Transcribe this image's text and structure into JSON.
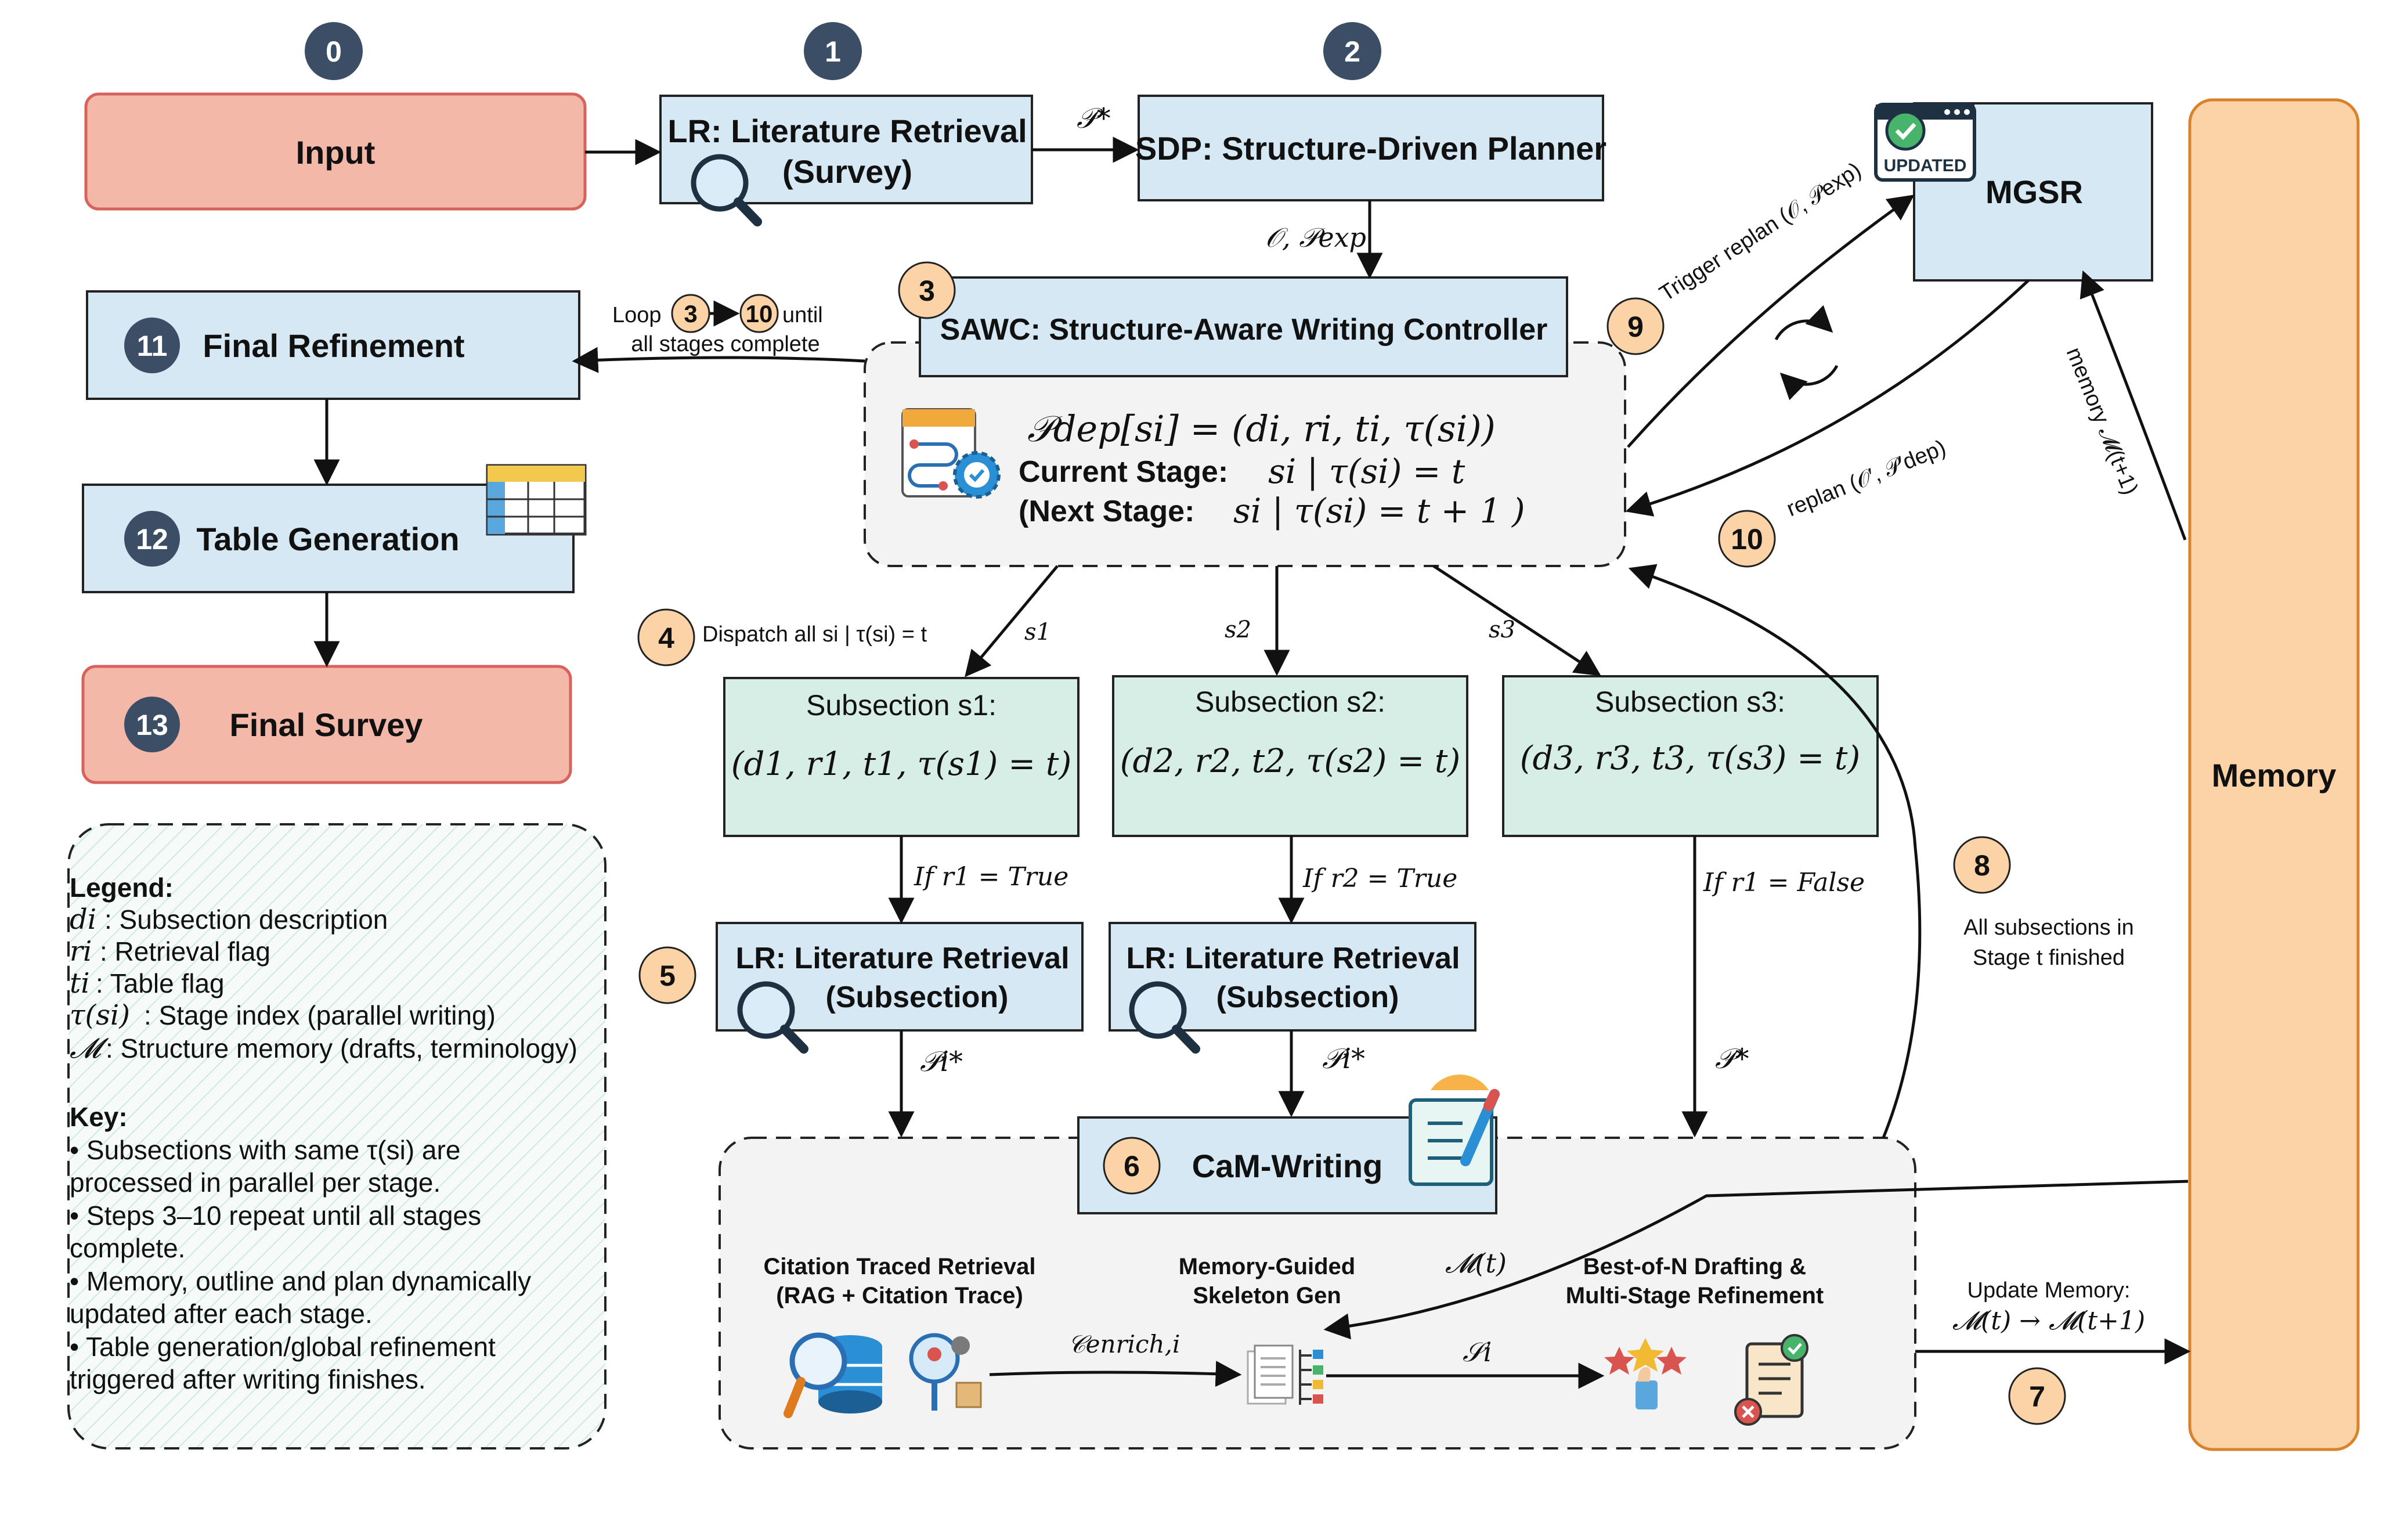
{
  "nodes": {
    "input": "Input",
    "lr_survey_line1": "LR: Literature Retrieval",
    "lr_survey_line2": "(Survey)",
    "sdp": "SDP: Structure-Driven Planner",
    "mgsr": "MGSR",
    "mgsr_badge": "UPDATED",
    "sawc": "SAWC: Structure-Aware Writing Controller",
    "final_refinement": "Final Refinement",
    "table_generation": "Table Generation",
    "final_survey": "Final Survey",
    "memory": "Memory",
    "cam_writing": "CaM-Writing"
  },
  "badges": {
    "b0": "0",
    "b1": "1",
    "b2": "2",
    "b3": "3",
    "b4": "4",
    "b5": "5",
    "b6": "6",
    "b7": "7",
    "b8": "8",
    "b9": "9",
    "b10": "10",
    "b11": "11",
    "b12": "12",
    "b13": "13"
  },
  "sawc_body": {
    "dep_formula": "𝒫dep[si] = (di, ri, ti, τ(si))",
    "current_label": "Current Stage:",
    "current_formula": "si | τ(si) = t",
    "next_label": "(Next Stage:",
    "next_formula": "si | τ(si) = t + 1 )"
  },
  "edges": {
    "p_star": "𝒫*",
    "o_pexp": "𝒪, 𝒫exp",
    "loop_word": "Loop",
    "loop_from": "3",
    "loop_to": "10",
    "loop_until": "until",
    "loop_rest": "all stages complete",
    "dispatch": "Dispatch all si | τ(si) = t",
    "s1": "s1",
    "s2": "s2",
    "s3": "s3",
    "if_r1_true": "If r1 = True",
    "if_r2_true": "If r2 = True",
    "if_r1_false": "If r1 = False",
    "pi_star_1": "𝒫i*",
    "pi_star_2": "𝒫i*",
    "p_star_3": "𝒫*",
    "trigger_replan": "Trigger replan (𝒪, 𝒫exp)",
    "replan": "replan (𝒪′, 𝒫′dep)",
    "memory_to_mgsr": "memory 𝓜(t+1)",
    "all_finished_line1": "All subsections in",
    "all_finished_line2": "Stage t finished",
    "update_memory_line1": "Update Memory:",
    "update_memory_line2": "𝓜(t) → 𝓜(t+1)",
    "m_t": "𝓜(t)",
    "c_enrich": "𝒞enrich,i",
    "s_i": "𝒮i"
  },
  "subsections": [
    {
      "title": "Subsection s1:",
      "tuple": "(d1, r1, t1, τ(s1) = t)"
    },
    {
      "title": "Subsection s2:",
      "tuple": "(d2, r2, t2, τ(s2) = t)"
    },
    {
      "title": "Subsection s3:",
      "tuple": "(d3, r3, t3, τ(s3) = t)"
    }
  ],
  "lr_subsection": {
    "line1": "LR: Literature Retrieval",
    "line2": "(Subsection)"
  },
  "cam_parts": {
    "citation_line1": "Citation Traced Retrieval",
    "citation_line2": "(RAG + Citation Trace)",
    "skeleton_line1": "Memory-Guided",
    "skeleton_line2": "Skeleton Gen",
    "bestofn_line1": "Best-of-N Drafting &",
    "bestofn_line2": "Multi-Stage Refinement"
  },
  "legend": {
    "title": "Legend:",
    "items": [
      {
        "sym": "di",
        "text": ": Subsection description"
      },
      {
        "sym": "ri",
        "text": ": Retrieval flag"
      },
      {
        "sym": "ti",
        "text": ": Table flag"
      },
      {
        "sym": "τ(si)",
        "text": ": Stage index (parallel writing)"
      },
      {
        "sym": "𝓜",
        "text": ": Structure memory (drafts, terminology)"
      }
    ],
    "key_title": "Key:",
    "key_lines": [
      "• Subsections with same τ(si) are",
      "processed in parallel per stage.",
      "• Steps 3–10 repeat until all stages",
      "complete.",
      "• Memory, outline and plan dynamically",
      "updated after each stage.",
      "• Table generation/global refinement",
      "triggered after writing finishes."
    ]
  },
  "colors": {
    "pink": "#f4b8a8",
    "blue": "#d6e8f4",
    "green": "#d7eee6",
    "orange": "#fbd3a6",
    "badge_dark": "#3b4e66",
    "panel_gray": "#f3f3f3"
  }
}
